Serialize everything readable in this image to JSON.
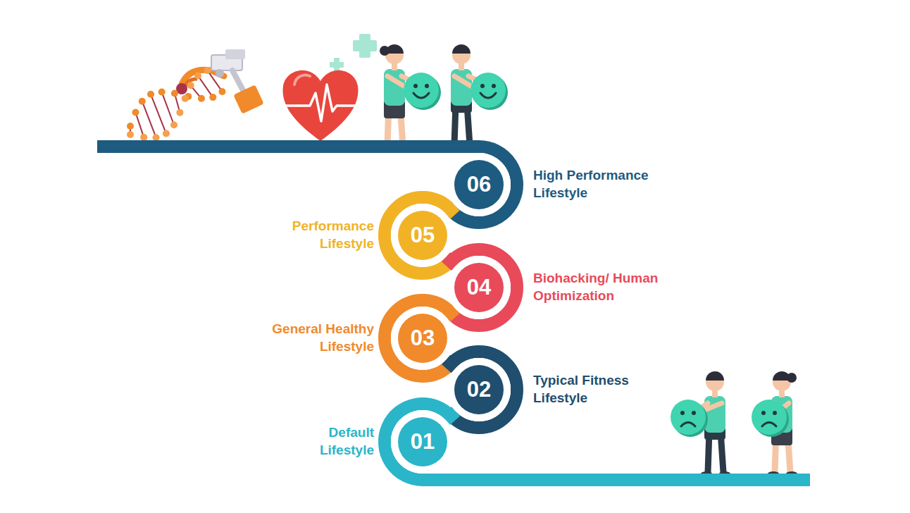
{
  "diagram": {
    "nodes": [
      {
        "text": [
          "01",
          "Default Lifestyle"
        ]
      },
      {
        "text": [
          "02",
          "Typical Fitness Lifestyle"
        ]
      },
      {
        "text": [
          "03",
          "General Healthy Lifestyle"
        ]
      },
      {
        "text": [
          "04",
          "Biohacking/ Human Optimization"
        ]
      },
      {
        "text": [
          "05",
          "Performance Lifestyle"
        ]
      },
      {
        "text": [
          "06",
          "High Performance Lifestyle"
        ]
      }
    ],
    "edges": [
      {
        "from": 0,
        "to": 1,
        "arrow": "none"
      },
      {
        "from": 1,
        "to": 2,
        "arrow": "none"
      },
      {
        "from": 2,
        "to": 3,
        "arrow": "none"
      },
      {
        "from": 3,
        "to": 4,
        "arrow": "none"
      },
      {
        "from": 4,
        "to": 5,
        "arrow": "none"
      }
    ]
  }
}
